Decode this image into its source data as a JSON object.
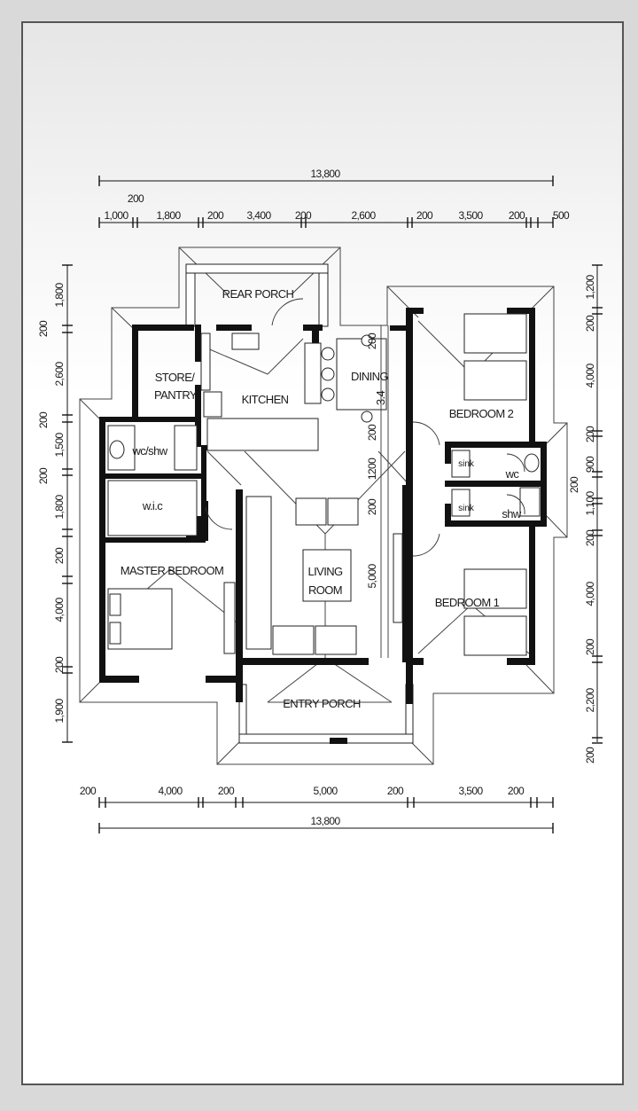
{
  "rooms": {
    "rear_porch": "REAR PORCH",
    "store": "STORE/",
    "pantry": "PANTRY",
    "kitchen": "KITCHEN",
    "dining": "DINING",
    "dining_size": "3.4",
    "bedroom2": "BEDROOM 2",
    "wc_shw": "wc/shw",
    "wic": "w.i.c",
    "sink_top": "sink",
    "wc": "wc",
    "sink_bottom": "sink",
    "shw": "shw",
    "master_bedroom": "MASTER BEDROOM",
    "living": "LIVING",
    "room": "ROOM",
    "bedroom1": "BEDROOM 1",
    "entry_porch": "ENTRY PORCH"
  },
  "dimensions": {
    "top_total": "13,800",
    "top_200_raised": "200",
    "top": [
      "1,000",
      "1,800",
      "200",
      "3,400",
      "200",
      "2,600",
      "200",
      "3,500",
      "200",
      "500"
    ],
    "bottom": [
      "200",
      "4,000",
      "200",
      "5,000",
      "200",
      "3,500",
      "200"
    ],
    "bottom_total": "13,800",
    "left": [
      "1,800",
      "200",
      "2,600",
      "200",
      "1,500",
      "200",
      "1,800",
      "200",
      "4,000",
      "200",
      "1,900"
    ],
    "right": [
      "1,200",
      "200",
      "4,000",
      "200",
      "900",
      "200",
      "1,100",
      "200",
      "4,000",
      "200",
      "2,200",
      "200"
    ],
    "interior": {
      "dining_top": "200",
      "dining_bottom": "200",
      "mid_1200": "1200",
      "mid_200": "200",
      "living_5000": "5,000"
    }
  }
}
